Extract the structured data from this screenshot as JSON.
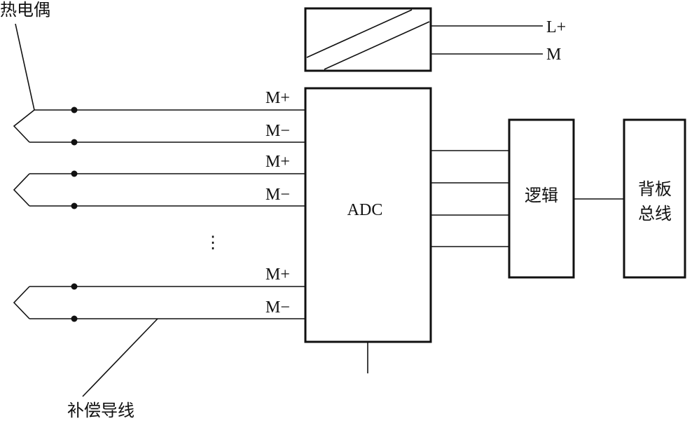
{
  "labels": {
    "thermocouple": "热电偶",
    "compensation_wire": "补偿导线",
    "l_plus": "L+",
    "m": "M",
    "m_plus": "M+",
    "m_minus": "M−",
    "adc": "ADC",
    "logic": "逻辑",
    "backplane_line1": "背板",
    "backplane_line2": "总线",
    "ellipsis": "⋮"
  }
}
